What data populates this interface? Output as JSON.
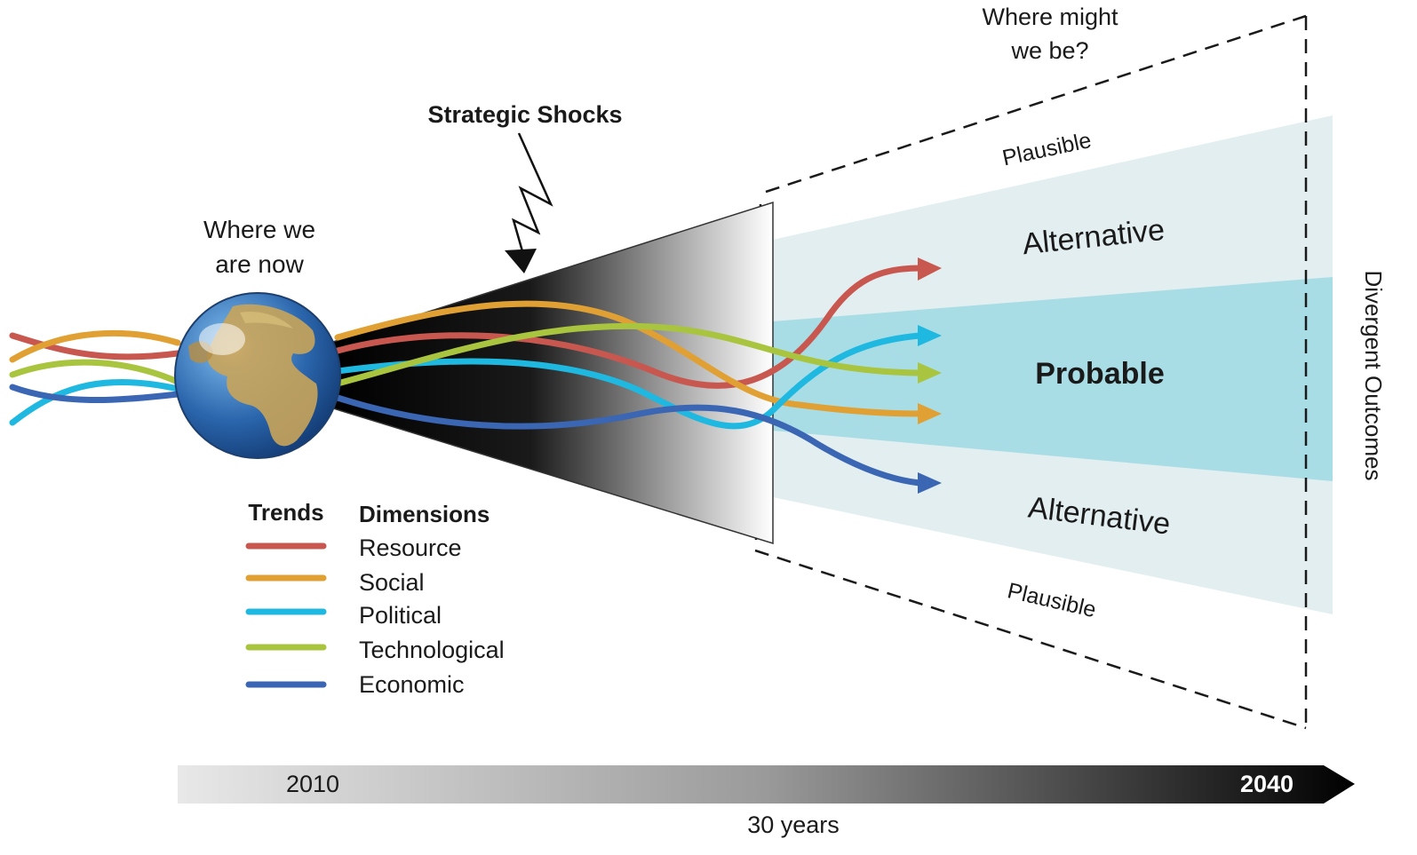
{
  "labels": {
    "where_we_are_now": [
      "Where we",
      "are now"
    ],
    "where_might_we_be": [
      "Where might",
      "we be?"
    ],
    "strategic_shocks": "Strategic Shocks",
    "plausible_top": "Plausible",
    "alternative_top": "Alternative",
    "probable": "Probable",
    "alternative_bottom": "Alternative",
    "plausible_bottom": "Plausible",
    "divergent_outcomes": "Divergent Outcomes"
  },
  "legend": {
    "trends_header": "Trends",
    "dimensions_header": "Dimensions",
    "items": [
      {
        "label": "Resource",
        "color": "#c8584f"
      },
      {
        "label": "Social",
        "color": "#e0a033"
      },
      {
        "label": "Political",
        "color": "#1fb8e0"
      },
      {
        "label": "Technological",
        "color": "#a9c43e"
      },
      {
        "label": "Economic",
        "color": "#3a66b4"
      }
    ]
  },
  "timeline": {
    "start": "2010",
    "end": "2040",
    "duration": "30 years"
  },
  "colors": {
    "band_outer": "#e3eef0",
    "band_probable": "#a9dde6",
    "globe_ocean": "#2f6fb8",
    "globe_land": "#c9a45a"
  }
}
